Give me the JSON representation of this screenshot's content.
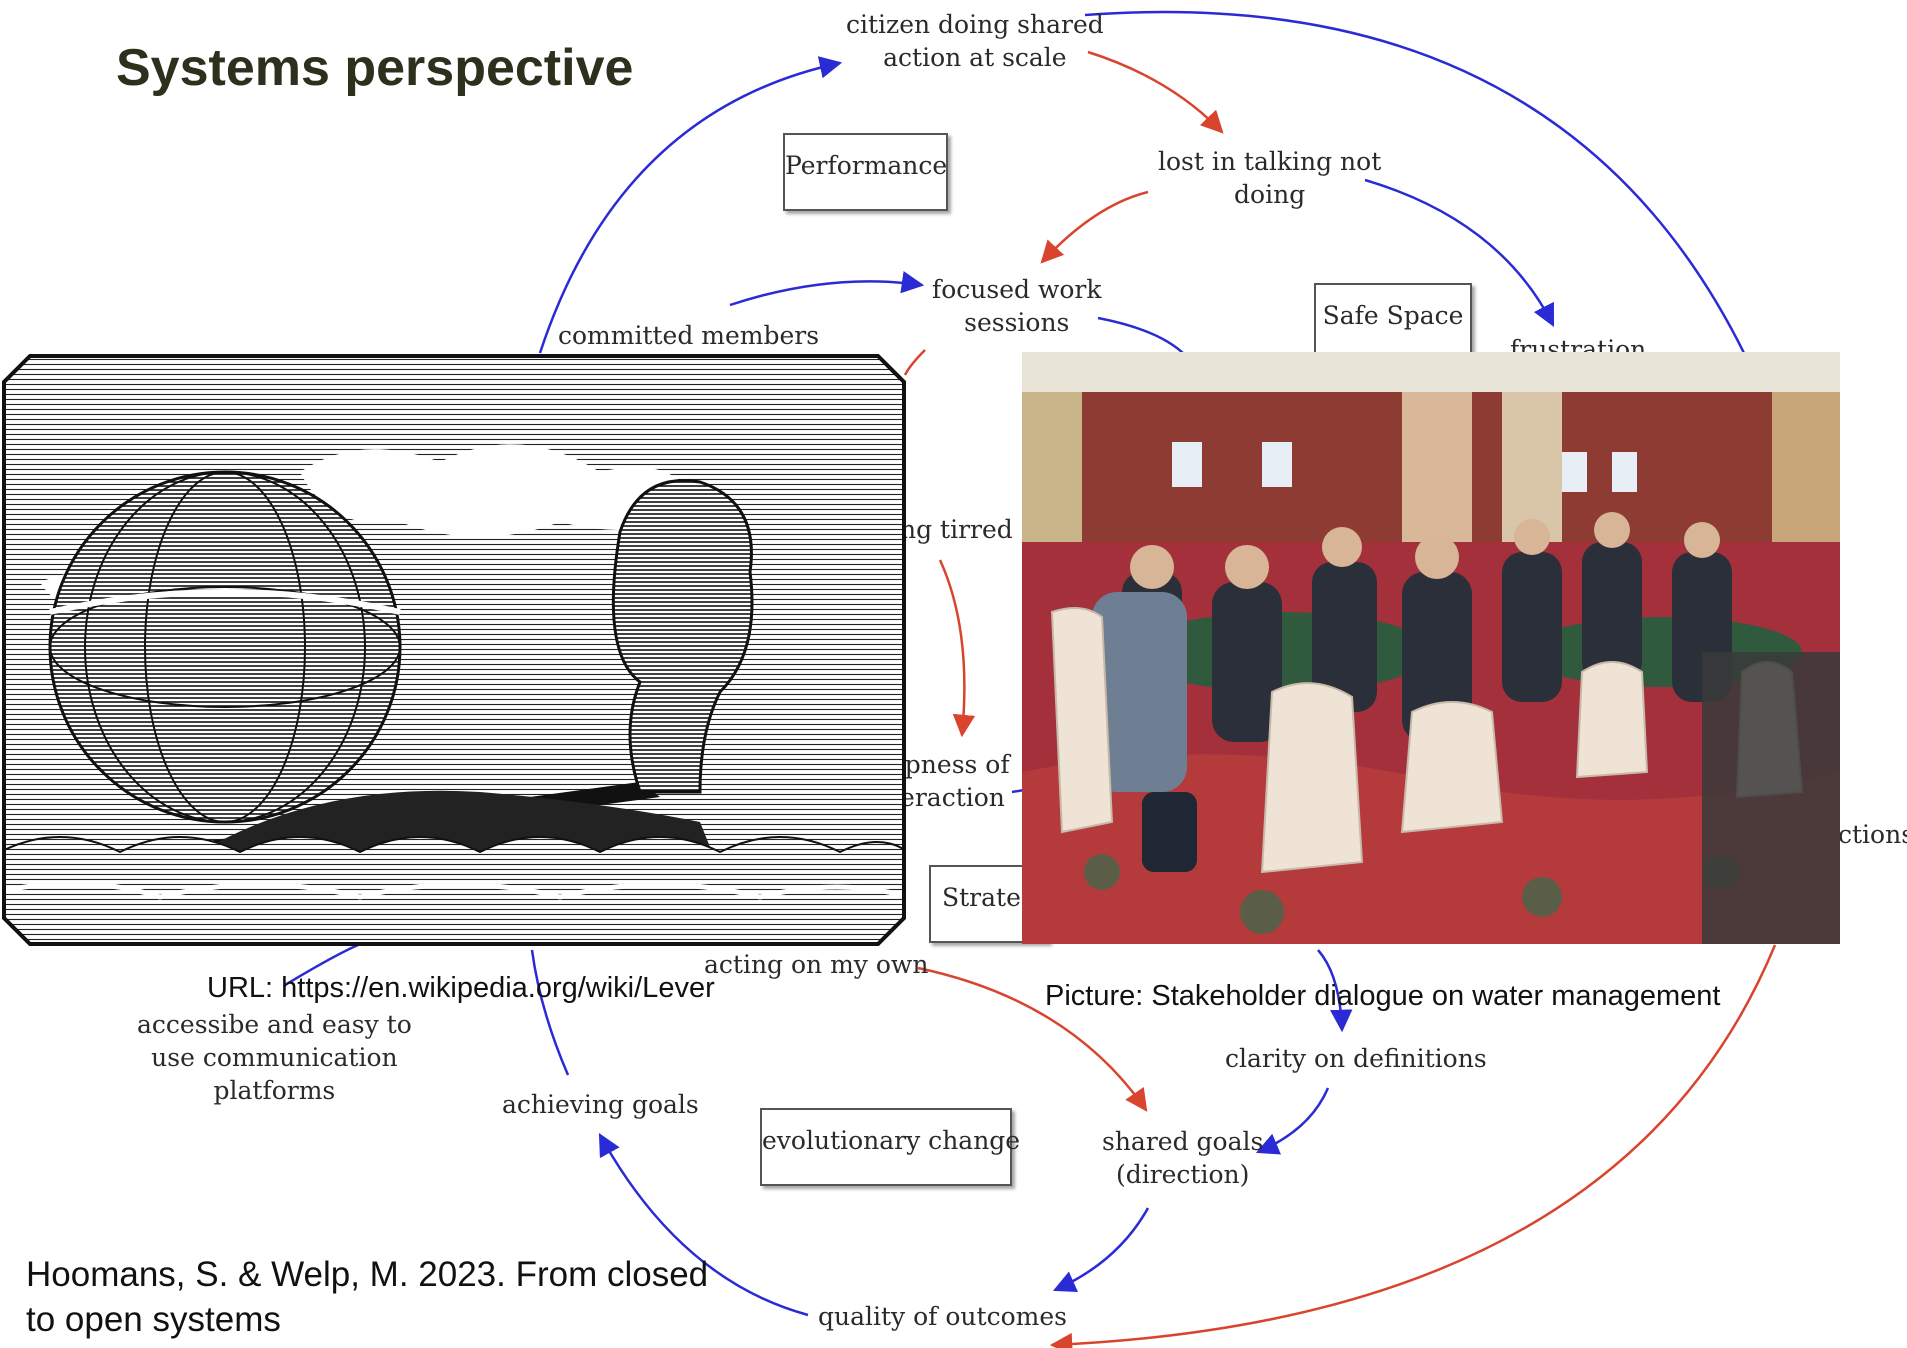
{
  "slide": {
    "title": "Systems perspective",
    "citation_line1": "Hoomans, S. & Welp, M. 2023.  From closed",
    "citation_line2": "to open systems",
    "lever_caption": "URL: https://en.wikipedia.org/wiki/Lever",
    "photo_caption": "Picture: Stakeholder dialogue on water management"
  },
  "diagram": {
    "nodes": {
      "citizen_action": [
        "citizen doing shared",
        "action at scale"
      ],
      "lost_in_talking": [
        "lost in talking not",
        "doing"
      ],
      "focused_sessions": [
        "focused work",
        "sessions"
      ],
      "committed_members": [
        "committed members"
      ],
      "frustration_partial": [
        "frustration"
      ],
      "tired_partial": [
        "ng tirred"
      ],
      "deepness_partial": [
        "epness of",
        "teraction"
      ],
      "connections_partial": [
        "ctions"
      ],
      "acting_own": [
        "acting on my own"
      ],
      "communication": [
        "accessibe and easy to",
        "use communication",
        "platforms"
      ],
      "achieving_goals": [
        "achieving goals"
      ],
      "clarity": [
        "clarity on definitions"
      ],
      "shared_goals": [
        "shared goals",
        "(direction)"
      ],
      "quality": [
        "quality of outcomes"
      ]
    },
    "boxes": {
      "performance": "Performance",
      "safe_space": "Safe Space",
      "strategy_partial": "Strateg",
      "evolutionary": "evolutionary change"
    },
    "colors": {
      "positive_link": "#2b2bd6",
      "negative_link": "#d9442f"
    }
  },
  "images": {
    "lever": "engraving of a man using a lever to move the globe",
    "meeting": "photo of a meeting room with people seated at round tables"
  }
}
